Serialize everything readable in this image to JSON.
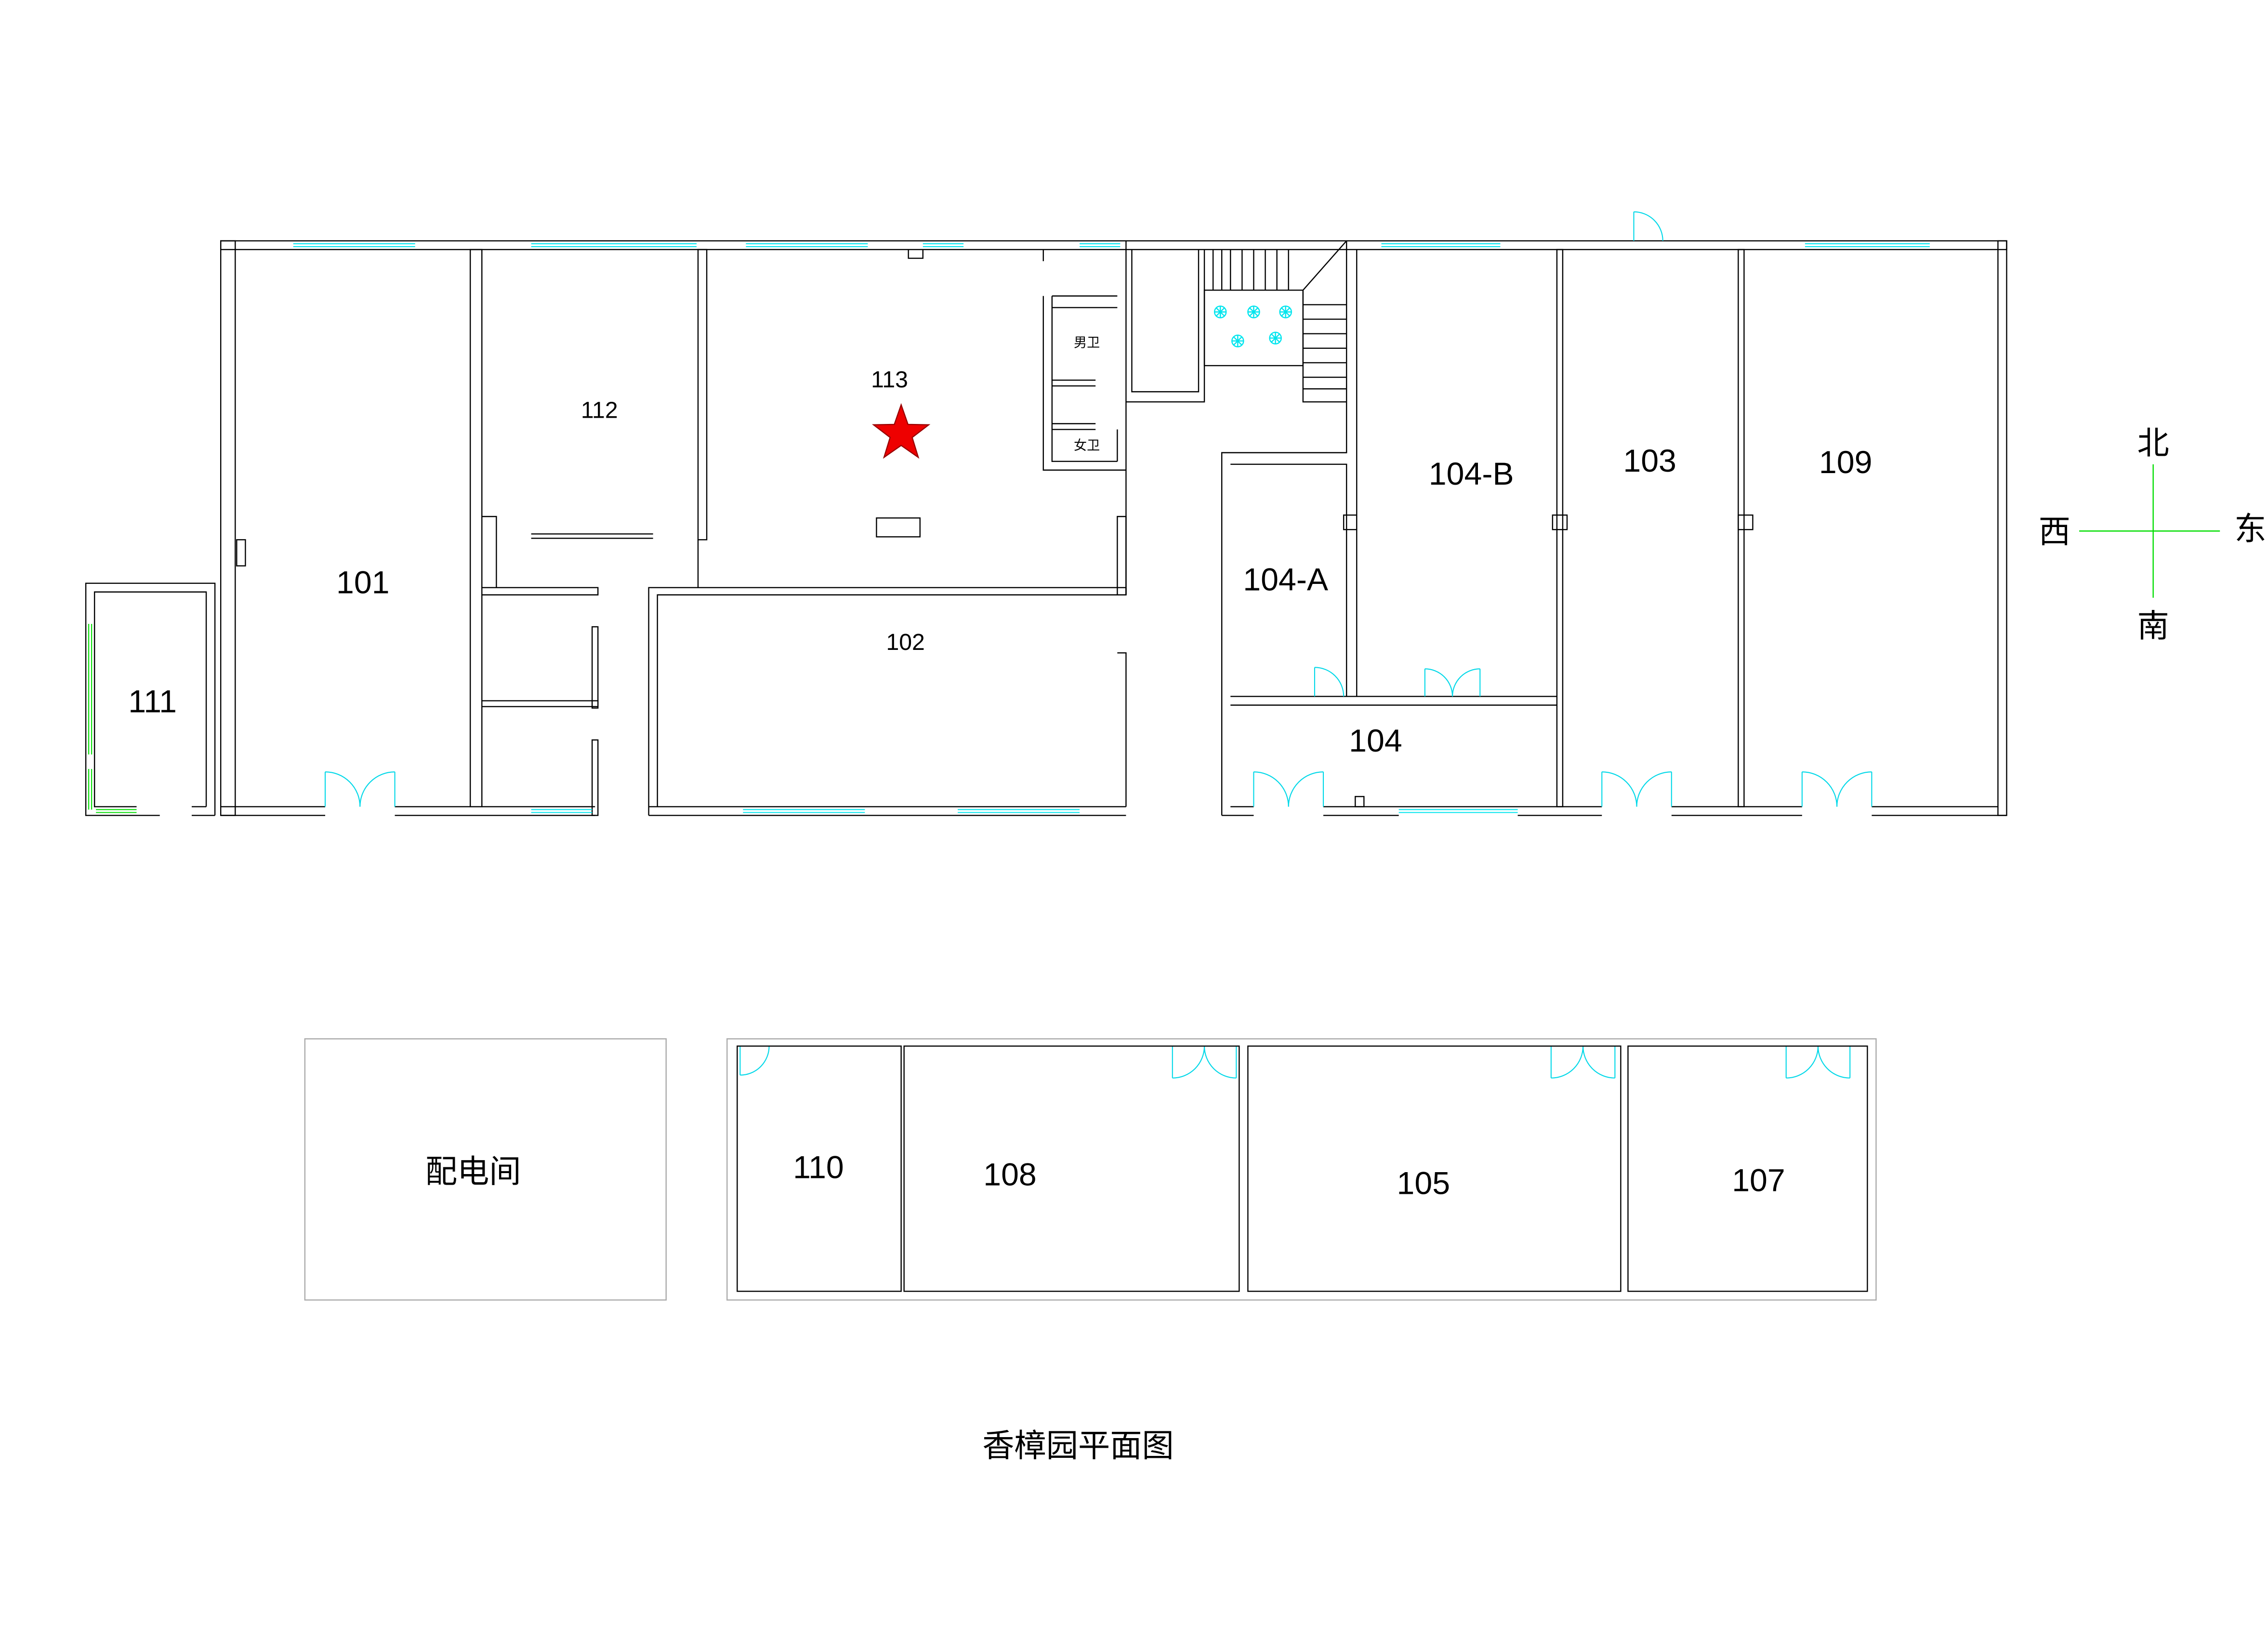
{
  "title": "香樟园平面图",
  "rooms": {
    "r101": "101",
    "r102": "102",
    "r103": "103",
    "r104": "104",
    "r104a": "104-A",
    "r104b": "104-B",
    "r105": "105",
    "r107": "107",
    "r108": "108",
    "r109": "109",
    "r110": "110",
    "r111": "111",
    "r112": "112",
    "r113": "113",
    "mens_wc": "男卫",
    "womens_wc": "女卫",
    "power_room": "配电间"
  },
  "compass": {
    "north": "北",
    "south": "南",
    "east": "东",
    "west": "西"
  },
  "marker": {
    "icon": "star-icon",
    "color": "#ee0000",
    "room": "113"
  },
  "colors": {
    "window": "#00e5ee",
    "window_alt": "#00dd00",
    "door": "#00d8e8",
    "compass": "#00dd00"
  }
}
